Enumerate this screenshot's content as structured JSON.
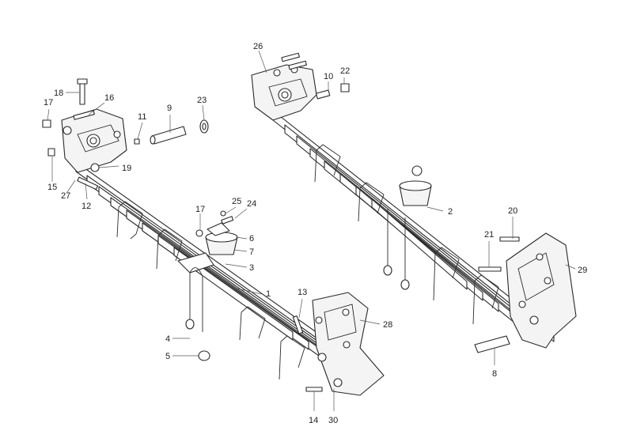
{
  "diagram": {
    "callouts": [
      {
        "id": "c1",
        "label": "1"
      },
      {
        "id": "c2",
        "label": "2"
      },
      {
        "id": "c3",
        "label": "3"
      },
      {
        "id": "c4",
        "label": "4"
      },
      {
        "id": "c5",
        "label": "5"
      },
      {
        "id": "c6",
        "label": "6"
      },
      {
        "id": "c7",
        "label": "7"
      },
      {
        "id": "c8",
        "label": "8"
      },
      {
        "id": "c9",
        "label": "9"
      },
      {
        "id": "c10",
        "label": "10"
      },
      {
        "id": "c11",
        "label": "11"
      },
      {
        "id": "c12",
        "label": "12"
      },
      {
        "id": "c13",
        "label": "13"
      },
      {
        "id": "c14",
        "label": "14"
      },
      {
        "id": "c15",
        "label": "15"
      },
      {
        "id": "c16",
        "label": "16"
      },
      {
        "id": "c17a",
        "label": "17"
      },
      {
        "id": "c17b",
        "label": "17"
      },
      {
        "id": "c18",
        "label": "18"
      },
      {
        "id": "c19",
        "label": "19"
      },
      {
        "id": "c20",
        "label": "20"
      },
      {
        "id": "c21",
        "label": "21"
      },
      {
        "id": "c22",
        "label": "22"
      },
      {
        "id": "c23",
        "label": "23"
      },
      {
        "id": "c24",
        "label": "24"
      },
      {
        "id": "c25",
        "label": "25"
      },
      {
        "id": "c26",
        "label": "26"
      },
      {
        "id": "c27",
        "label": "27"
      },
      {
        "id": "c28",
        "label": "28"
      },
      {
        "id": "c29",
        "label": "29"
      },
      {
        "id": "c30",
        "label": "30"
      }
    ]
  }
}
